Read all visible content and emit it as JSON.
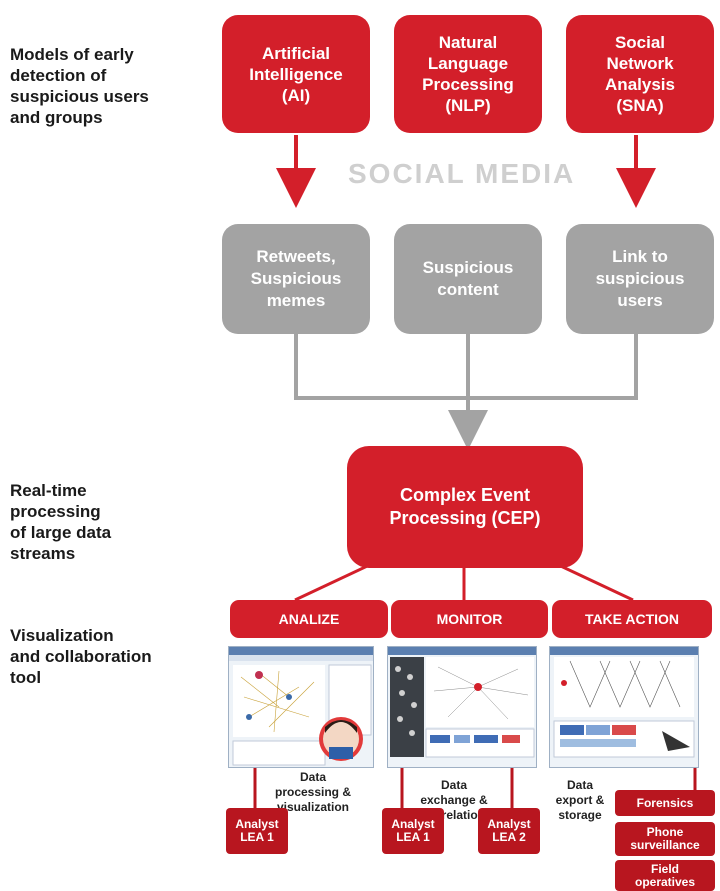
{
  "side_labels": {
    "models": "Models of early\ndetection of\nsuspicious users\nand groups",
    "realtime": "Real-time\nprocessing\nof large data\nstreams",
    "visualization": "Visualization\nand collaboration\ntool"
  },
  "top_boxes": [
    {
      "label": "Artificial\nIntelligence\n(AI)"
    },
    {
      "label": "Natural\nLanguage\nProcessing\n(NLP)"
    },
    {
      "label": "Social\nNetwork\nAnalysis\n(SNA)"
    }
  ],
  "watermark": "SOCIAL MEDIA",
  "mid_boxes": [
    {
      "label": "Retweets,\nSuspicious\nmemes"
    },
    {
      "label": "Suspicious\ncontent"
    },
    {
      "label": "Link to\nsuspicious\nusers"
    }
  ],
  "cep": {
    "label": "Complex Event\nProcessing (CEP)"
  },
  "actions": [
    {
      "label": "ANALIZE"
    },
    {
      "label": "MONITOR"
    },
    {
      "label": "TAKE ACTION"
    }
  ],
  "captions": [
    {
      "text": "Data\nprocessing &\nvisualization"
    },
    {
      "text": "Data\nexchange &\ncorrelation"
    },
    {
      "text": "Data\nexport &\nstorage"
    }
  ],
  "analysts": [
    {
      "label": "Analyst\nLEA 1"
    },
    {
      "label": "Analyst\nLEA 1"
    },
    {
      "label": "Analyst\nLEA 2"
    }
  ],
  "outcomes": [
    {
      "label": "Forensics"
    },
    {
      "label": "Phone\nsurveillance"
    },
    {
      "label": "Field\noperatives"
    }
  ],
  "colors": {
    "red": "#d31f2a",
    "gray": "#a3a3a3",
    "text": "#1a1a1a"
  }
}
